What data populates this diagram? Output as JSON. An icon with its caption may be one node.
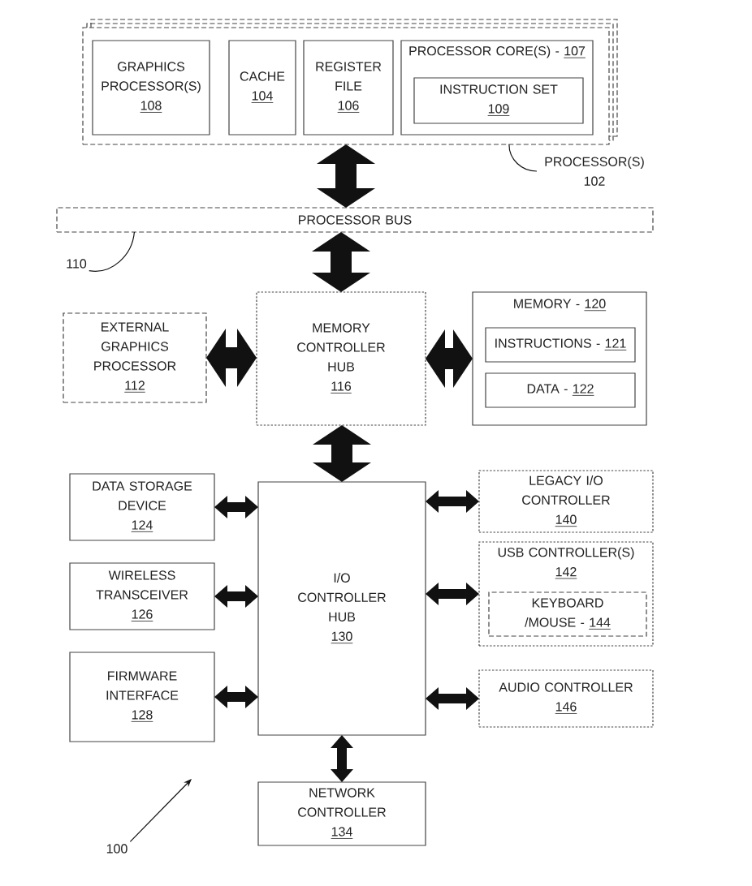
{
  "diagram": {
    "nodes": [
      {
        "text": [],
        "shape": "box"
      },
      {
        "text": [
          "GRAPHICS PROCESSOR(S)",
          "108"
        ],
        "in": 0
      },
      {
        "text": [
          "CACHE",
          "104"
        ],
        "in": 0
      },
      {
        "text": [
          "REGISTER FILE",
          "106"
        ],
        "in": 0
      },
      {
        "text": [
          "PROCESSOR CORE(S) -",
          "107"
        ],
        "in": 0
      },
      {
        "text": [
          "INSTRUCTION SET",
          "109"
        ],
        "in": 4
      },
      {
        "text": [
          "PROCESSOR(S) 102"
        ]
      },
      {
        "text": [
          "PROCESSOR BUS"
        ]
      },
      {
        "text": [
          "110"
        ]
      },
      {
        "text": [
          "EXTERNAL GRAPHICS PROCESSOR",
          "112"
        ]
      },
      {
        "text": [
          "MEMORY CONTROLLER HUB",
          "116"
        ]
      },
      {
        "text": [
          "MEMORY -",
          "120"
        ]
      },
      {
        "text": [
          "INSTRUCTIONS -",
          "121"
        ],
        "in": 11
      },
      {
        "text": [
          "DATA -",
          "122"
        ],
        "in": 11
      },
      {
        "text": [
          "DATA STORAGE DEVICE",
          "124"
        ]
      },
      {
        "text": [
          "I/O CONTROLLER HUB",
          "130"
        ]
      },
      {
        "text": [
          "LEGACY I/O CONTROLLER",
          "140"
        ]
      },
      {
        "text": [
          "WIRELESS TRANSCEIVER",
          "126"
        ]
      },
      {
        "text": [
          "USB CONTROLLER(S)",
          "142"
        ]
      },
      {
        "text": [
          "KEYBOARD /MOUSE -",
          "144"
        ],
        "in": 18
      },
      {
        "text": [
          "FIRMWARE INTERFACE",
          "128"
        ]
      },
      {
        "text": [
          "AUDIO CONTROLLER",
          "146"
        ]
      },
      {
        "text": [
          "NETWORK CONTROLLER",
          "134"
        ]
      },
      {
        "text": [
          "100"
        ]
      }
    ],
    "edges": [
      {
        "from": 0,
        "to": 7,
        "arrow": "both",
        "style": "thick"
      },
      {
        "from": 7,
        "to": 10,
        "arrow": "both",
        "style": "thick"
      },
      {
        "from": 10,
        "to": 9,
        "arrow": "both",
        "style": "thick"
      },
      {
        "from": 10,
        "to": 11,
        "arrow": "both",
        "style": "thick"
      },
      {
        "from": 10,
        "to": 15,
        "arrow": "both",
        "style": "thick"
      },
      {
        "from": 15,
        "to": 14,
        "arrow": "both"
      },
      {
        "from": 15,
        "to": 16,
        "arrow": "both"
      },
      {
        "from": 15,
        "to": 17,
        "arrow": "both"
      },
      {
        "from": 15,
        "to": 18,
        "arrow": "both"
      },
      {
        "from": 15,
        "to": 20,
        "arrow": "both"
      },
      {
        "from": 15,
        "to": 21,
        "arrow": "both"
      },
      {
        "from": 15,
        "to": 22,
        "arrow": "both"
      },
      {
        "from": 6,
        "to": 0,
        "arrow": "none"
      },
      {
        "from": 8,
        "to": 7,
        "arrow": "none"
      },
      {
        "from": 23,
        "to": null,
        "arrow": "to"
      }
    ]
  }
}
